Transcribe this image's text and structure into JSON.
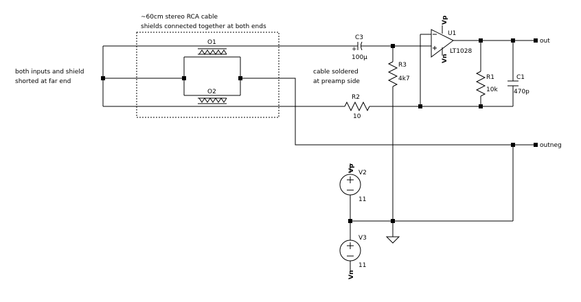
{
  "annotations": {
    "cable_line1": "~60cm stereo RCA cable",
    "cable_line2": "shields connected together at both ends",
    "far_end_line1": "both inputs and shield",
    "far_end_line2": "shorted at far end",
    "preamp_line1": "cable soldered",
    "preamp_line2": "at preamp side"
  },
  "components": {
    "o1": {
      "name": "O1"
    },
    "o2": {
      "name": "O2"
    },
    "c3": {
      "name": "C3",
      "value": "100µ"
    },
    "r3": {
      "name": "R3",
      "value": "4k7"
    },
    "r2": {
      "name": "R2",
      "value": "10"
    },
    "u1": {
      "name": "U1",
      "value": "LT1028",
      "vp": "Vp",
      "vn": "Vn"
    },
    "r1": {
      "name": "R1",
      "value": "10k"
    },
    "c1": {
      "name": "C1",
      "value": "470p"
    },
    "v2": {
      "name": "V2",
      "value": "11",
      "net": "Vp"
    },
    "v3": {
      "name": "V3",
      "value": "11",
      "net": "Vn"
    }
  },
  "nets": {
    "out": "out",
    "outneg": "outneg"
  }
}
